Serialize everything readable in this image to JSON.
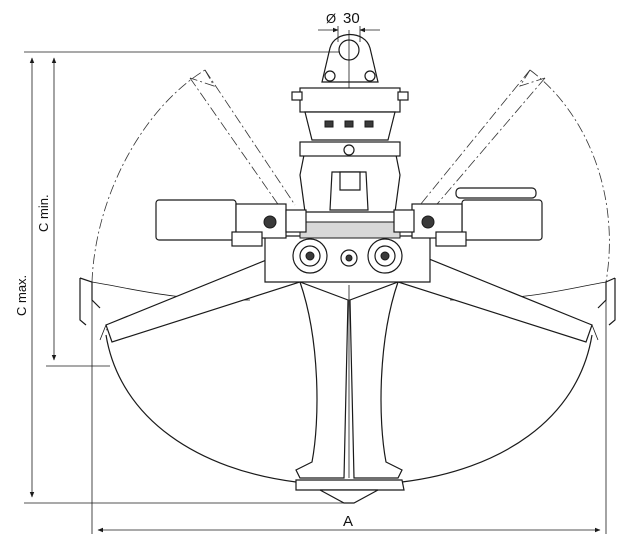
{
  "dimensions": {
    "pin_diameter": "30",
    "c_min_label": "C min.",
    "c_max_label": "C max.",
    "width_label": "A"
  }
}
